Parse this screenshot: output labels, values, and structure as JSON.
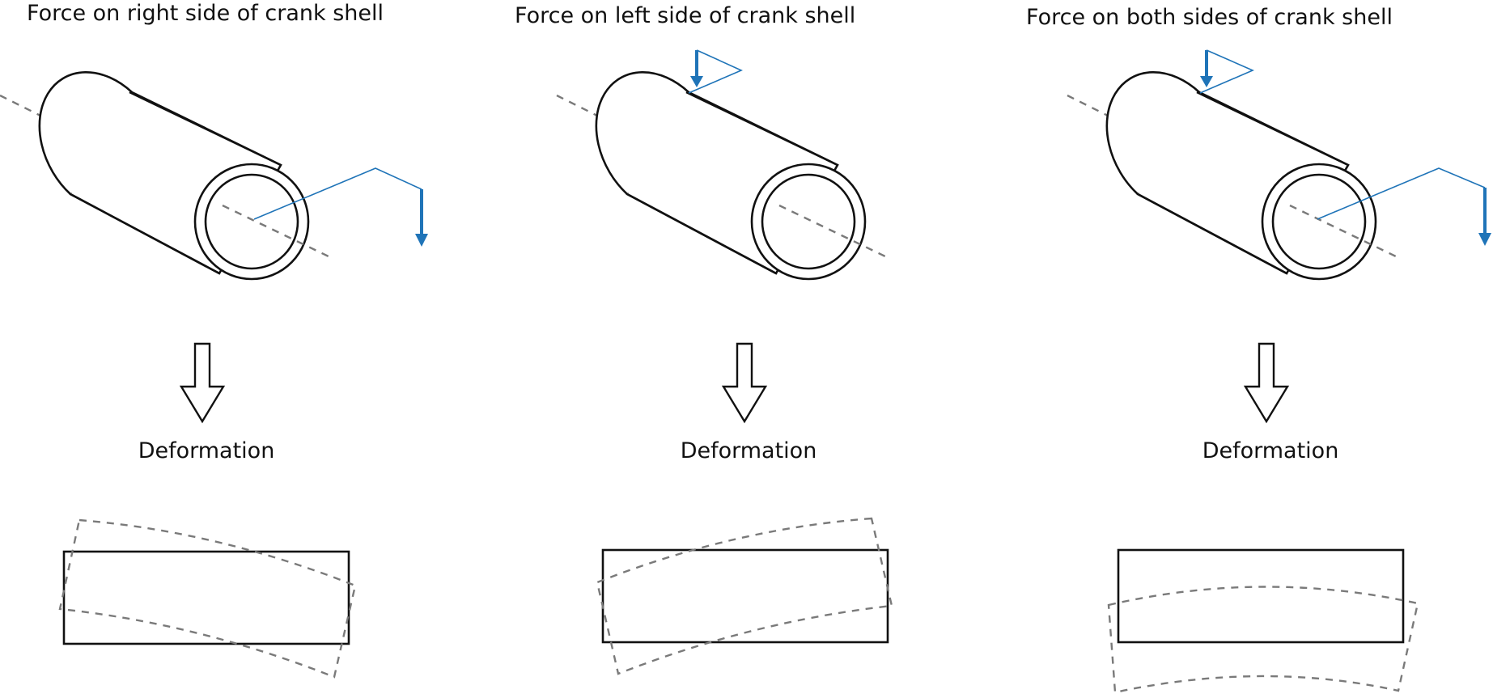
{
  "panels": [
    {
      "title": "Force on right side of crank shell",
      "label": "Deformation"
    },
    {
      "title": "Force on left side of crank shell",
      "label": "Deformation"
    },
    {
      "title": "Force on both sides of crank shell",
      "label": "Deformation"
    }
  ],
  "colors": {
    "force": "#1f74b8",
    "outline": "#111111",
    "dashed": "#7a7a7a"
  }
}
